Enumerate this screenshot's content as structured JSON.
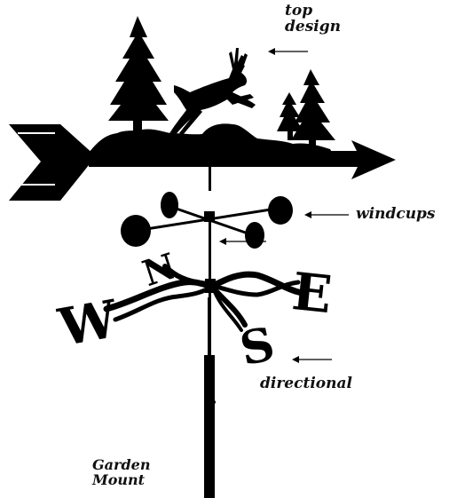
{
  "labels": {
    "top_design": [
      "top",
      "design"
    ],
    "windcups": "windcups",
    "directional": "directional",
    "garden_mount": [
      "Garden",
      "Mount"
    ]
  },
  "compass_letters": {
    "north": "N",
    "south": "S",
    "east": "E",
    "west": "W"
  },
  "colors": {
    "ink": "#000000",
    "background": "#ffffff",
    "label_text": "#111111"
  }
}
